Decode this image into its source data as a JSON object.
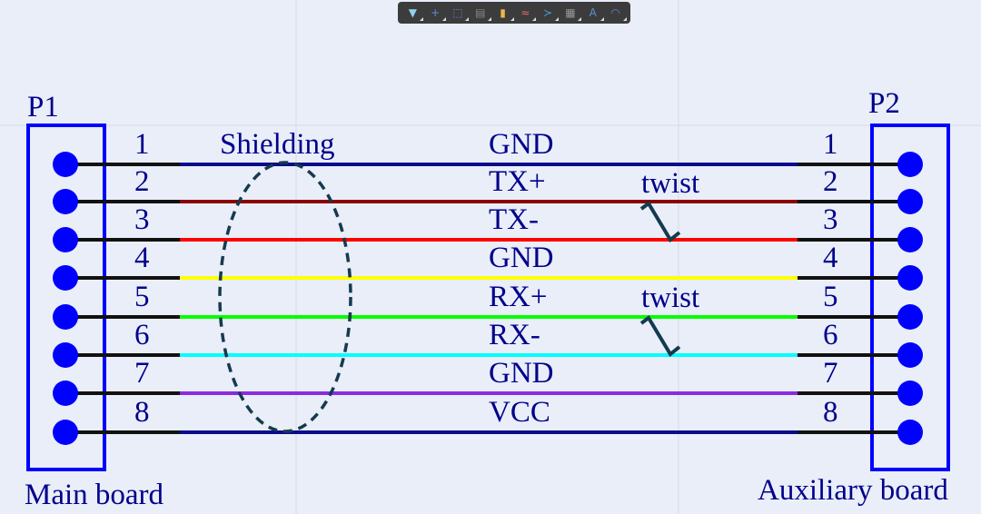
{
  "toolbar": {
    "items": [
      {
        "icon": "filter-icon",
        "glyph": "▼",
        "color": "#8fd3f0"
      },
      {
        "icon": "crosshair-icon",
        "glyph": "+",
        "color": "#5b8fd8"
      },
      {
        "icon": "select-rect-icon",
        "glyph": "⬚",
        "color": "#5b8fd8"
      },
      {
        "icon": "align-icon",
        "glyph": "▤",
        "color": "#888888"
      },
      {
        "icon": "component-icon",
        "glyph": "▮",
        "color": "#e8b84a"
      },
      {
        "icon": "wire-icon",
        "glyph": "≈",
        "color": "#e06a6a"
      },
      {
        "icon": "net-icon",
        "glyph": "≻",
        "color": "#4aa0e0"
      },
      {
        "icon": "port-icon",
        "glyph": "▦",
        "color": "#999999"
      },
      {
        "icon": "text-icon",
        "glyph": "A",
        "color": "#5b8fd8"
      },
      {
        "icon": "arc-icon",
        "glyph": "◠",
        "color": "#5b8fd8"
      }
    ]
  },
  "left_connector": {
    "designator": "P1",
    "label": "Main board"
  },
  "right_connector": {
    "designator": "P2",
    "label": "Auxiliary board"
  },
  "shielding_label": "Shielding",
  "twist_label": "twist",
  "wires": [
    {
      "pin": "1",
      "signal": "GND",
      "color": "#0a0a8a"
    },
    {
      "pin": "2",
      "signal": "TX+",
      "color": "#8b0000"
    },
    {
      "pin": "3",
      "signal": "TX-",
      "color": "#ff0000"
    },
    {
      "pin": "4",
      "signal": "GND",
      "color": "#ffff00"
    },
    {
      "pin": "5",
      "signal": "RX+",
      "color": "#00ff00"
    },
    {
      "pin": "6",
      "signal": "RX-",
      "color": "#00ffff"
    },
    {
      "pin": "7",
      "signal": "GND",
      "color": "#8a2be2"
    },
    {
      "pin": "8",
      "signal": "VCC",
      "color": "#0a0a8a"
    }
  ],
  "colors": {
    "connector": "#0000ff",
    "text": "#00008b",
    "shield": "#153a4f"
  }
}
